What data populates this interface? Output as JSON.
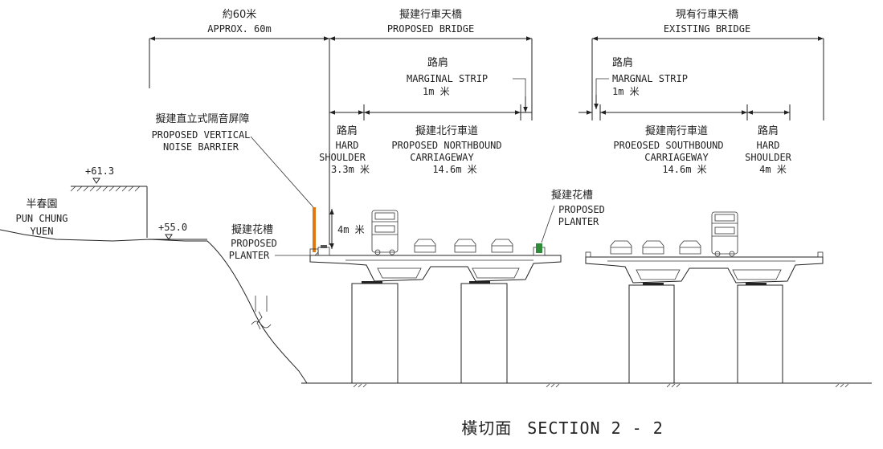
{
  "dimensions": {
    "approx_60": {
      "zh": "約60米",
      "en": "APPROX. 60m"
    },
    "proposed_bridge": {
      "zh": "擬建行車天橋",
      "en": "PROPOSED BRIDGE"
    },
    "existing_bridge": {
      "zh": "現有行車天橋",
      "en": "EXISTING BRIDGE"
    }
  },
  "proposed": {
    "marginal_zh": "路肩",
    "marginal_en": "MARGINAL STRIP",
    "marginal_w": "1m 米",
    "hard_zh": "路肩",
    "hard_en": "HARD",
    "hard_en2": "SHOULDER",
    "hard_w": "3.3m 米",
    "carriage_zh": "擬建北行車道",
    "carriage_en": "PROPOSED NORTHBOUND",
    "carriage_en2": "CARRIAGEWAY",
    "carriage_w": "14.6m 米"
  },
  "existing": {
    "marginal_zh": "路肩",
    "marginal_en": "MARGNAL STRIP",
    "marginal_w": "1m 米",
    "carriage_zh": "擬建南行車道",
    "carriage_en": "PROEOSED SOUTHBOUND",
    "carriage_en2": "CARRIAGEWAY",
    "carriage_w": "14.6m 米",
    "hard_zh": "路肩",
    "hard_en": "HARD",
    "hard_en2": "SHOULDER",
    "hard_w": "4m 米"
  },
  "noise_barrier": {
    "zh": "擬建直立式隔音屏障",
    "en": "PROPOSED VERTICAL",
    "en2": "NOISE BARRIER",
    "height": "4m 米"
  },
  "planter_left": {
    "zh": "擬建花槽",
    "en": "PROPOSED",
    "en2": "PLANTER"
  },
  "planter_right": {
    "zh": "擬建花槽",
    "en": "PROPOSED",
    "en2": "PLANTER"
  },
  "site": {
    "zh": "半春園",
    "en": "PUN CHUNG",
    "en2": "YUEN",
    "level_top": "+61.3",
    "level_low": "+55.0"
  },
  "title": {
    "zh": "橫切面",
    "en": "SECTION 2 - 2"
  },
  "colors": {
    "barrier": "#e07a10",
    "planter": "#2e8b3a",
    "line": "#222222"
  }
}
